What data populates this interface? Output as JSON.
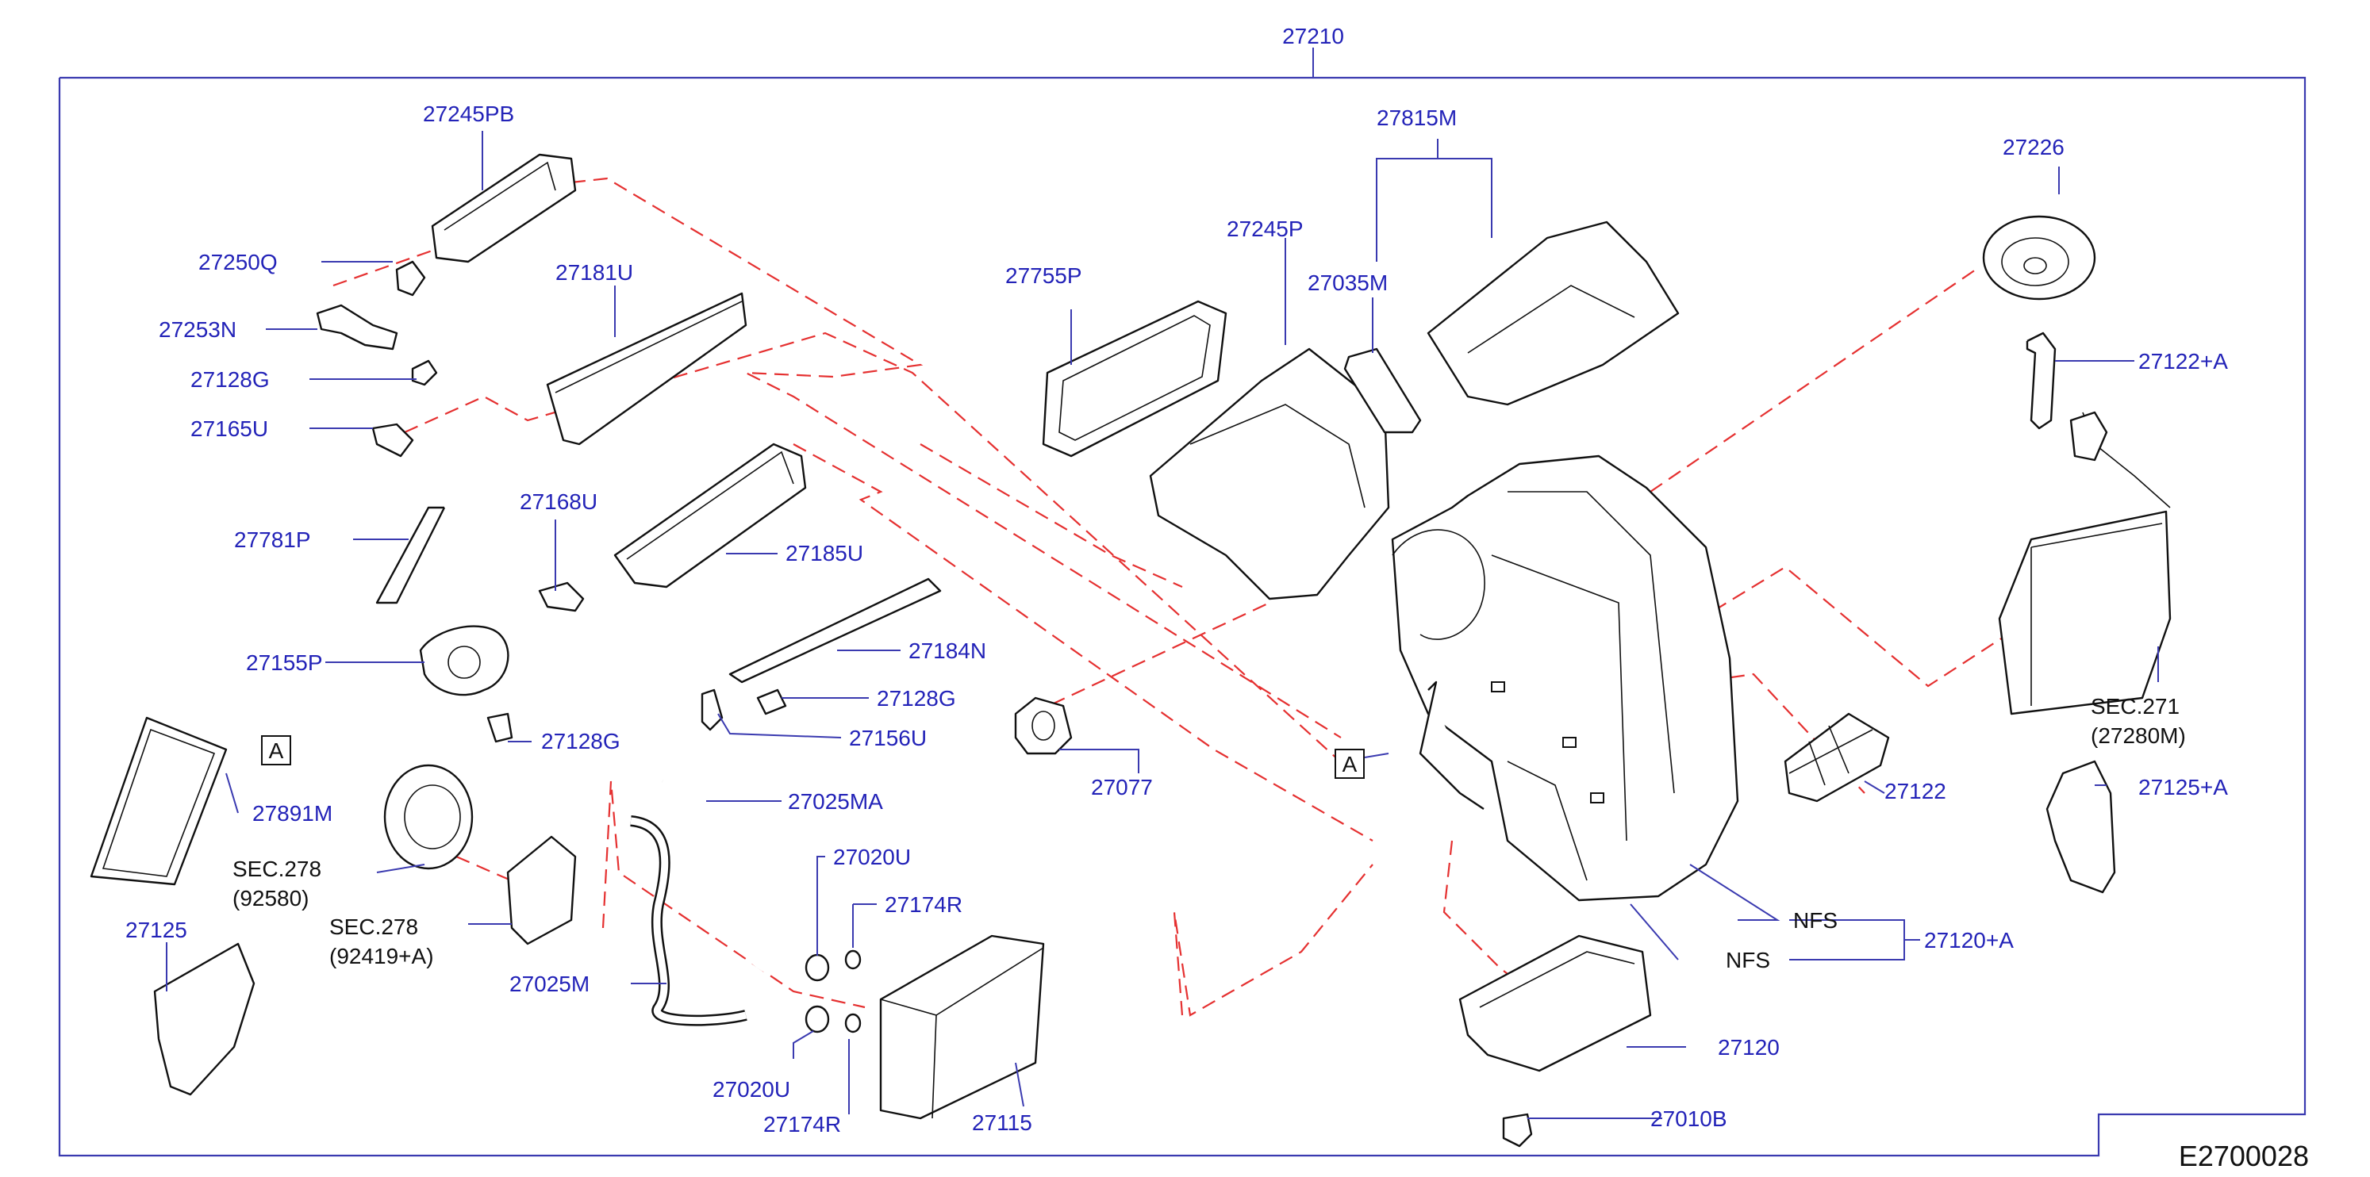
{
  "diagram": {
    "id": "E2700028",
    "assembly_number": "27210",
    "reference_marker": "A",
    "parts": [
      {
        "key": "p27245PB",
        "number": "27245PB"
      },
      {
        "key": "p27250Q",
        "number": "27250Q"
      },
      {
        "key": "p27253N",
        "number": "27253N"
      },
      {
        "key": "p27128G_a",
        "number": "27128G"
      },
      {
        "key": "p27165U",
        "number": "27165U"
      },
      {
        "key": "p27181U",
        "number": "27181U"
      },
      {
        "key": "p27781P",
        "number": "27781P"
      },
      {
        "key": "p27168U",
        "number": "27168U"
      },
      {
        "key": "p27185U",
        "number": "27185U"
      },
      {
        "key": "p27155P",
        "number": "27155P"
      },
      {
        "key": "p27184N",
        "number": "27184N"
      },
      {
        "key": "p27128G_b",
        "number": "27128G"
      },
      {
        "key": "p27128G_c",
        "number": "27128G"
      },
      {
        "key": "p27156U",
        "number": "27156U"
      },
      {
        "key": "p27891M",
        "number": "27891M"
      },
      {
        "key": "p27125",
        "number": "27125"
      },
      {
        "key": "p27025MA",
        "number": "27025MA"
      },
      {
        "key": "p27020U_a",
        "number": "27020U"
      },
      {
        "key": "p27174R_a",
        "number": "27174R"
      },
      {
        "key": "p27025M",
        "number": "27025M"
      },
      {
        "key": "p27020U_b",
        "number": "27020U"
      },
      {
        "key": "p27174R_b",
        "number": "27174R"
      },
      {
        "key": "p27115",
        "number": "27115"
      },
      {
        "key": "p27755P",
        "number": "27755P"
      },
      {
        "key": "p27245P",
        "number": "27245P"
      },
      {
        "key": "p27035M",
        "number": "27035M"
      },
      {
        "key": "p27815M",
        "number": "27815M"
      },
      {
        "key": "p27077",
        "number": "27077"
      },
      {
        "key": "p27226",
        "number": "27226"
      },
      {
        "key": "p27122A",
        "number": "27122+A"
      },
      {
        "key": "p27122",
        "number": "27122"
      },
      {
        "key": "p27125A",
        "number": "27125+A"
      },
      {
        "key": "p27120A",
        "number": "27120+A"
      },
      {
        "key": "p27120",
        "number": "27120"
      },
      {
        "key": "p27010B",
        "number": "27010B"
      }
    ],
    "section_refs": [
      {
        "key": "sec278a",
        "line1": "SEC.278",
        "line2": "(92580)"
      },
      {
        "key": "sec278b",
        "line1": "SEC.278",
        "line2": "(92419+A)"
      },
      {
        "key": "sec271",
        "line1": "SEC.271",
        "line2": "(27280M)"
      }
    ],
    "notes": {
      "nfs_1": "NFS",
      "nfs_2": "NFS"
    }
  }
}
